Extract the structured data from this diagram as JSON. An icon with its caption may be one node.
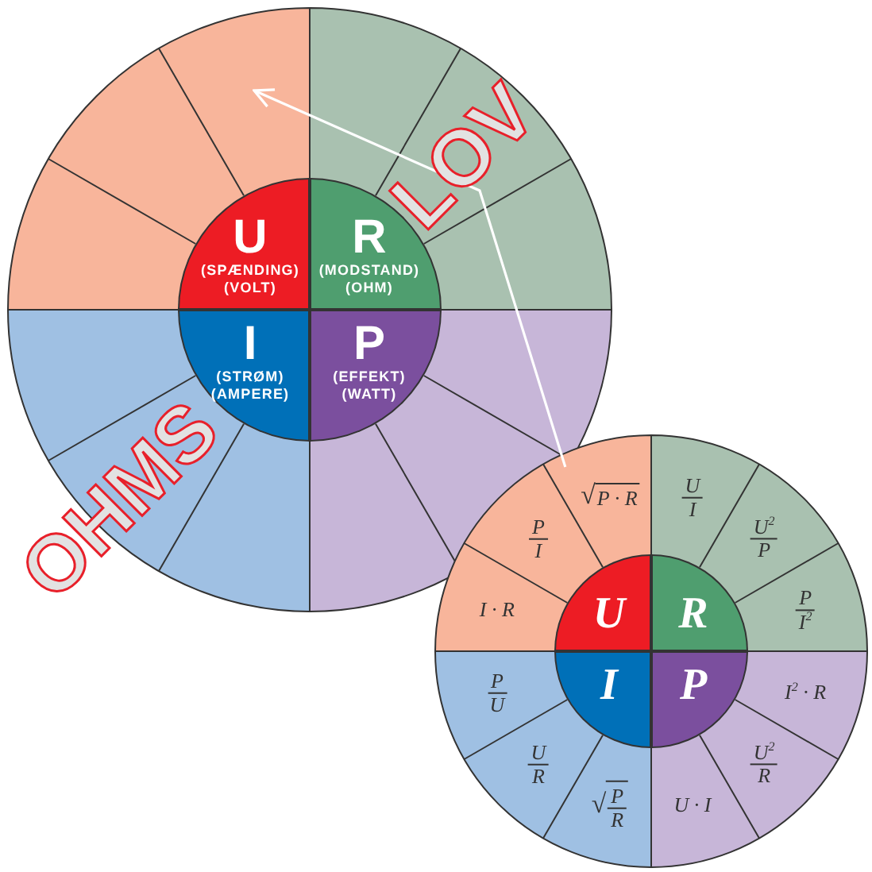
{
  "diagram": {
    "title": "OHMS LOV",
    "nodes": [
      {
        "text": [],
        "shape": "circle"
      },
      {
        "text": [
          "U",
          "(SPÆNDING)",
          "(VOLT)"
        ],
        "in": 0
      },
      {
        "text": [
          "R",
          "(MODSTAND)",
          "(OHM)"
        ],
        "in": 0
      },
      {
        "text": [
          "I",
          "(STRØM)",
          "(AMPERE)"
        ],
        "in": 0
      },
      {
        "text": [
          "P",
          "(EFFEKT)",
          "(WATT)"
        ],
        "in": 0
      },
      {
        "text": [],
        "shape": "circle"
      },
      {
        "text": [
          "U"
        ],
        "in": 5
      },
      {
        "text": [
          "R"
        ],
        "in": 5
      },
      {
        "text": [
          "I"
        ],
        "in": 5
      },
      {
        "text": [
          "P"
        ],
        "in": 5
      },
      {
        "text": [
          "√P · R"
        ],
        "in": 5
      },
      {
        "text": [
          "P",
          "I"
        ]
      },
      {
        "text": [
          "I · R"
        ],
        "in": 5
      },
      {
        "text": [
          "U",
          "I"
        ],
        "in": 5
      },
      {
        "text": [
          "U$^{2}$",
          "P"
        ],
        "in": 5
      },
      {
        "text": [
          "P",
          "I$^{2}$"
        ],
        "in": 5
      },
      {
        "text": [
          "P",
          "U"
        ],
        "in": 5
      },
      {
        "text": [
          "U",
          "R"
        ],
        "in": 5
      },
      {
        "text": [
          "√",
          "P",
          "R"
        ],
        "in": 5
      },
      {
        "text": [
          "I$^{2}$ · R"
        ],
        "in": 5
      },
      {
        "text": [
          "U$^{2}$",
          "R"
        ],
        "in": 5
      },
      {
        "text": [
          "U · I"
        ],
        "in": 5
      }
    ],
    "edges": [
      {
        "from": 10,
        "to": 0,
        "arrow": "to",
        "color": "#ffffff"
      }
    ]
  }
}
